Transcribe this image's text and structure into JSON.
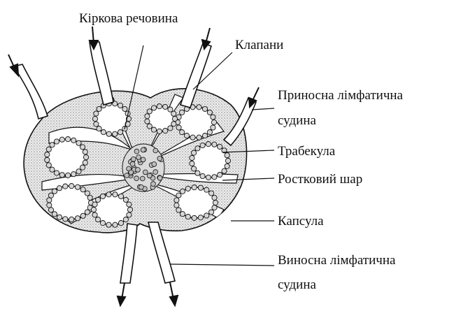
{
  "labels": {
    "cortex": "Кіркова речовина",
    "valves": "Клапани",
    "afferent_line1": "Приносна лімфатична",
    "afferent_line2": "судина",
    "trabecula": "Трабекула",
    "germinal_layer": "Ростковий шар",
    "capsule": "Капсула",
    "efferent_line1": "Виносна лімфатична",
    "efferent_line2": "судина"
  },
  "colors": {
    "ink": "#111111",
    "stipple": "#bdbdbd",
    "background": "#ffffff"
  }
}
